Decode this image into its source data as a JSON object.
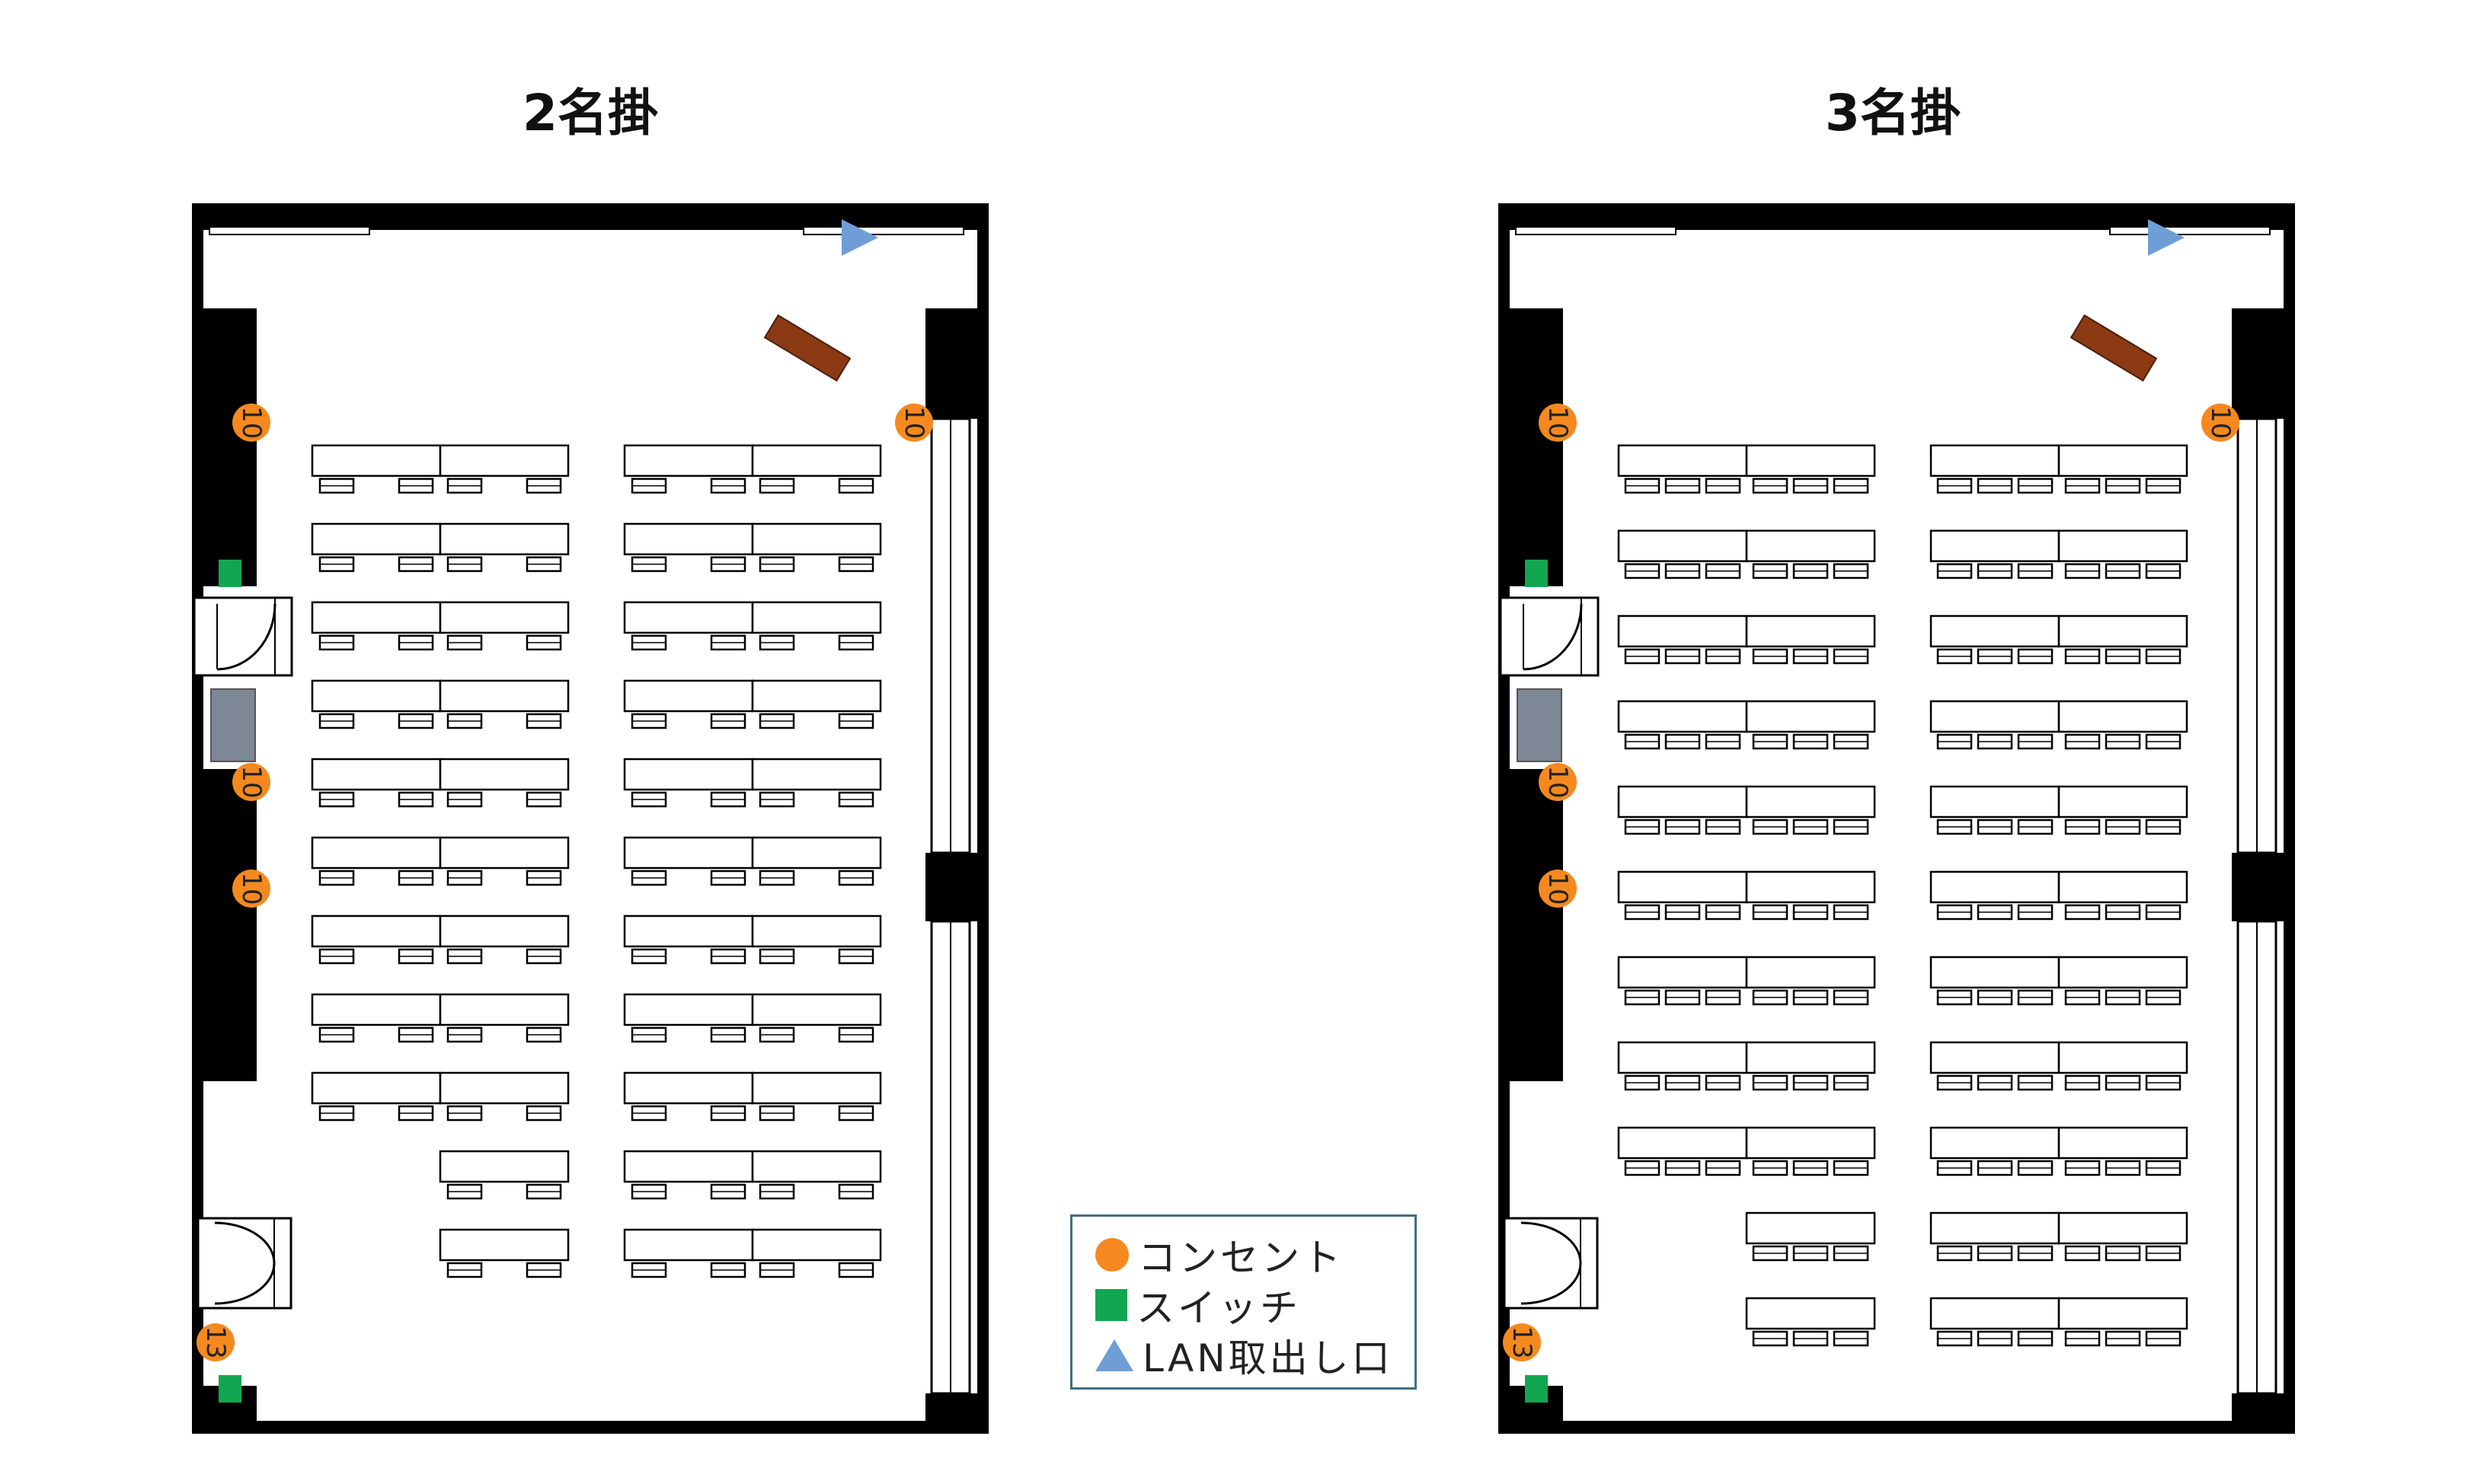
{
  "titles": {
    "left": "2名掛",
    "right": "3名掛"
  },
  "outlet_labels": {
    "ten": "10",
    "thirteen": "13"
  },
  "legend": {
    "outlet": "コンセント",
    "switch": "スイッチ",
    "lan": "LAN取出し口"
  },
  "colors": {
    "outlet": "#f5891f",
    "switch": "#11a64f",
    "lan": "#6f9ed6",
    "podium": "#8b3a13",
    "panel": "#7d8796"
  },
  "icons": {
    "outlet": "circle",
    "switch": "square",
    "lan": "triangle"
  },
  "layouts": {
    "left": {
      "seats_per_table": 2,
      "left_block_rows": 9,
      "left_block_extra_rows": 2,
      "right_block_rows": 11
    },
    "right": {
      "seats_per_table": 3,
      "left_block_rows": 9,
      "left_block_extra_rows": 2,
      "right_block_rows": 11
    }
  }
}
